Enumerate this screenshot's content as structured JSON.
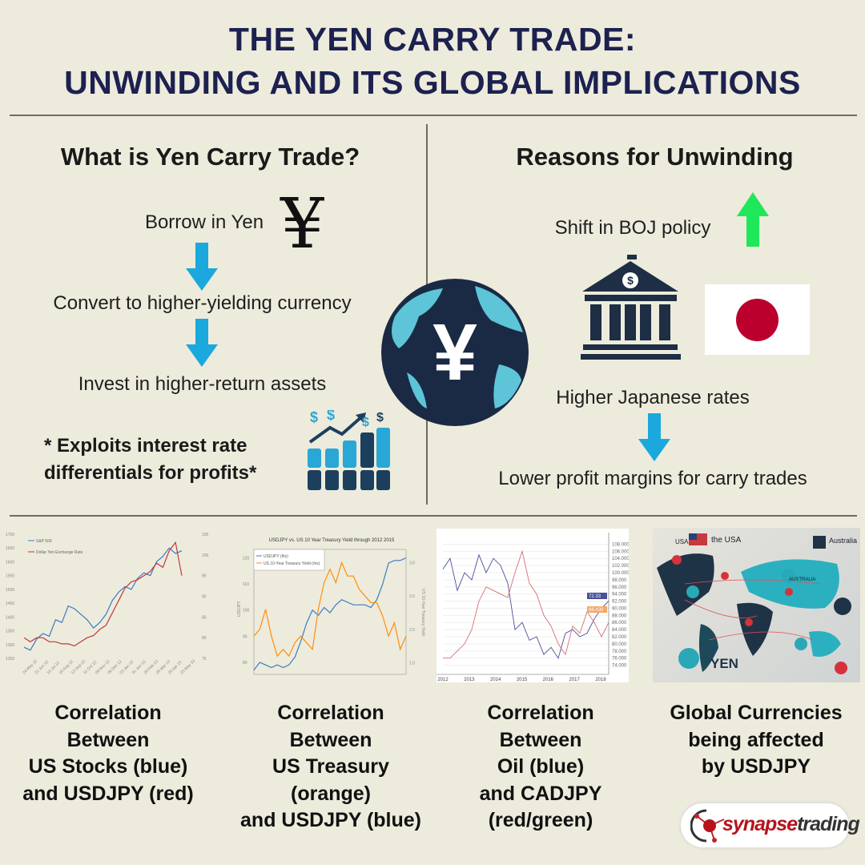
{
  "title": {
    "line1": "THE YEN CARRY TRADE:",
    "line2": "UNWINDING AND ITS GLOBAL IMPLICATIONS"
  },
  "left": {
    "heading": "What is Yen Carry Trade?",
    "step1": "Borrow in Yen",
    "yen_symbol": "¥",
    "step2": "Convert to higher-yielding currency",
    "step3": "Invest in higher-return assets",
    "note_line1": "* Exploits interest rate",
    "note_line2": "differentials for profits*"
  },
  "center": {
    "globe_symbol": "¥"
  },
  "right": {
    "heading": "Reasons for Unwinding",
    "reason1": "Shift in BOJ policy",
    "reason2": "Higher Japanese rates",
    "result": "Lower profit margins for carry trades"
  },
  "colors": {
    "title": "#1c2150",
    "arrow_blue": "#1ba8dc",
    "arrow_green": "#1ee85a",
    "flag_red": "#bc002d"
  },
  "captions": [
    {
      "l1": "Correlation",
      "l2": "Between",
      "l3": "US Stocks (blue)",
      "l4": "and USDJPY (red)"
    },
    {
      "l1": "Correlation",
      "l2": "Between",
      "l3": "US Treasury",
      "l4": "(orange)",
      "l5": "and USDJPY (blue)"
    },
    {
      "l1": "Correlation",
      "l2": "Between",
      "l3": "Oil (blue)",
      "l4": "and CADJPY",
      "l5": "(red/green)"
    },
    {
      "l1": "Global Currencies",
      "l2": "being affected",
      "l3": "by USDJPY"
    }
  ],
  "map": {
    "label_usa": "USA",
    "label_the_usa": "the USA",
    "label_australia": "Australia",
    "label_asia": "AUSTRALIA",
    "label_yen": "YEN"
  },
  "logo": {
    "text_red": "synapse",
    "text_dark": "trading"
  },
  "chart_data": [
    {
      "type": "line",
      "title": "",
      "legend": [
        "S&P 500",
        "Dollar Yen Exchange Rate"
      ],
      "x_ticks": [
        "24 May 12",
        "21 Jun 12",
        "19 Jul 12",
        "16 Aug 12",
        "13 Sep 12",
        "11 Oct 12",
        "08 Nov 12",
        "06 Dec 12",
        "03 Jan 13",
        "31 Jan 13",
        "28 Feb 13",
        "28 Mar 13",
        "25 Apr 13",
        "23 May 13"
      ],
      "yleft_ticks": [
        1250,
        1300,
        1350,
        1400,
        1450,
        1500,
        1550,
        1600,
        1650,
        1700
      ],
      "yright_ticks": [
        75,
        80,
        85,
        90,
        95,
        100,
        105
      ],
      "ylim_left": [
        1250,
        1700
      ],
      "ylim_right": [
        75,
        105
      ],
      "series": [
        {
          "name": "S&P 500",
          "axis": "left",
          "color": "#3b7bc4",
          "values": [
            1290,
            1280,
            1320,
            1340,
            1330,
            1390,
            1380,
            1440,
            1430,
            1410,
            1390,
            1360,
            1380,
            1410,
            1460,
            1490,
            1510,
            1500,
            1540,
            1560,
            1550,
            1600,
            1620,
            1650,
            1630,
            1640
          ]
        },
        {
          "name": "USDJPY",
          "axis": "right",
          "color": "#c0393b",
          "values": [
            80,
            79,
            80,
            80,
            79,
            79,
            78.5,
            78.5,
            78,
            79,
            80,
            80.5,
            82,
            83,
            86,
            89,
            92,
            93.5,
            94,
            95,
            96,
            98,
            97,
            101,
            103,
            95
          ]
        }
      ]
    },
    {
      "type": "line",
      "title": "USDJPY vs. US 10 Year Treasury Yield through 2012 2015",
      "ylabel_left": "USDJPY",
      "ylabel_right": "US 10-Year Treasury Yield",
      "legend": [
        "USDJPY (lhs)",
        "US 10-Year Treasury Yield (rhs)"
      ],
      "yleft_ticks": [
        80,
        90,
        100,
        110,
        120
      ],
      "yright_ticks": [
        1.5,
        2.0,
        2.5,
        3.0
      ],
      "ylim_left": [
        76,
        122
      ],
      "ylim_right": [
        1.35,
        3.15
      ],
      "series": [
        {
          "name": "USDJPY",
          "axis": "left",
          "color": "#3b7bc4",
          "values": [
            77,
            80,
            79,
            78,
            79,
            78,
            79,
            82,
            88,
            95,
            100,
            98,
            101,
            99,
            102,
            104,
            103,
            102,
            102,
            102,
            101,
            104,
            110,
            118,
            119,
            119,
            120
          ]
        },
        {
          "name": "US 10-Year Treasury Yield",
          "axis": "right",
          "color": "#ff8c10",
          "values": [
            1.9,
            2.0,
            2.3,
            1.9,
            1.6,
            1.7,
            1.6,
            1.8,
            1.9,
            1.8,
            1.7,
            2.3,
            2.7,
            2.9,
            2.7,
            3.0,
            2.8,
            2.8,
            2.6,
            2.5,
            2.4,
            2.4,
            2.2,
            1.9,
            2.1,
            1.7,
            1.9
          ]
        }
      ]
    },
    {
      "type": "line",
      "title": "",
      "x_ticks": [
        "2012",
        "2013",
        "2014",
        "2015",
        "2016",
        "2017",
        "2018"
      ],
      "y_ticks": [
        "74.000",
        "76.000",
        "78.000",
        "80.000",
        "82.000",
        "84.000",
        "86.000",
        "88.000",
        "90.000",
        "92.000",
        "94.000",
        "96.000",
        "98.000",
        "100.000",
        "102.000",
        "104.000",
        "106.000",
        "108.000"
      ],
      "ylim": [
        73,
        109
      ],
      "price_labels": [
        "72.33",
        "86.430"
      ],
      "series": [
        {
          "name": "Oil",
          "color": "#4a4f9a",
          "values": [
            101,
            104,
            95,
            100,
            98,
            105,
            100,
            104,
            102,
            97,
            84,
            86,
            81,
            82,
            77,
            79,
            76,
            83,
            84,
            82,
            83,
            87,
            90,
            92
          ]
        },
        {
          "name": "CADJPY",
          "color": "#d07070",
          "values": [
            76,
            76,
            78,
            80,
            84,
            92,
            96,
            95,
            94,
            93,
            100,
            106,
            97,
            94,
            88,
            85,
            80,
            77,
            85,
            83,
            89,
            86,
            82,
            86
          ]
        }
      ]
    }
  ]
}
